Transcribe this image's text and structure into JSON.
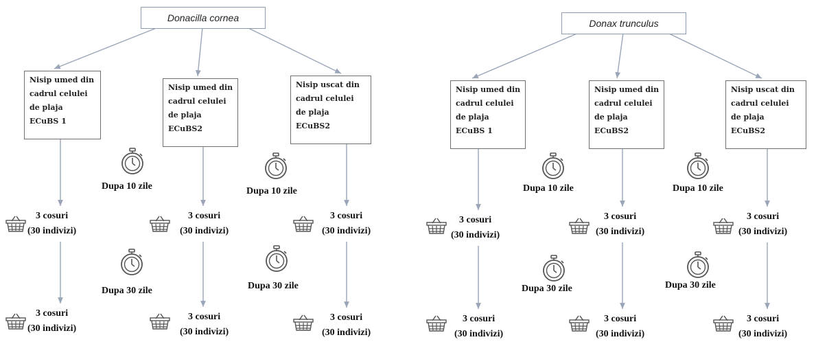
{
  "panels": [
    {
      "species": "Donacilla cornea",
      "columns": [
        {
          "env_lines": [
            "Nisip umed din",
            "cadrul celulei",
            "de plaja",
            "ECuBS 1"
          ]
        },
        {
          "env_lines": [
            "Nisip umed din",
            "cadrul celulei",
            "de plaja",
            "ECuBS2"
          ]
        },
        {
          "env_lines": [
            "Nisip uscat din",
            "cadrul celulei",
            "de plaja",
            "ECuBS2"
          ]
        }
      ]
    },
    {
      "species": "Donax trunculus",
      "columns": [
        {
          "env_lines": [
            "Nisip umed din",
            "cadrul celulei",
            "de plaja",
            "ECuBS 1"
          ]
        },
        {
          "env_lines": [
            "Nisip umed din",
            "cadrul celulei",
            "de plaja",
            "ECuBS2"
          ]
        },
        {
          "env_lines": [
            "Nisip uscat din",
            "cadrul celulei",
            "de plaja",
            "ECuBS2"
          ]
        }
      ]
    }
  ],
  "timers": {
    "first": "Dupa 10 zile",
    "second": "Dupa 30 zile"
  },
  "basket": {
    "count": "3 cosuri",
    "individuals": "(30 indivizi)"
  },
  "colors": {
    "arrow": "#9aa6b8",
    "root_border": "#8a9bb2",
    "icon": "#555555"
  },
  "icons": {
    "timer": "stopwatch-icon",
    "basket": "basket-icon"
  }
}
